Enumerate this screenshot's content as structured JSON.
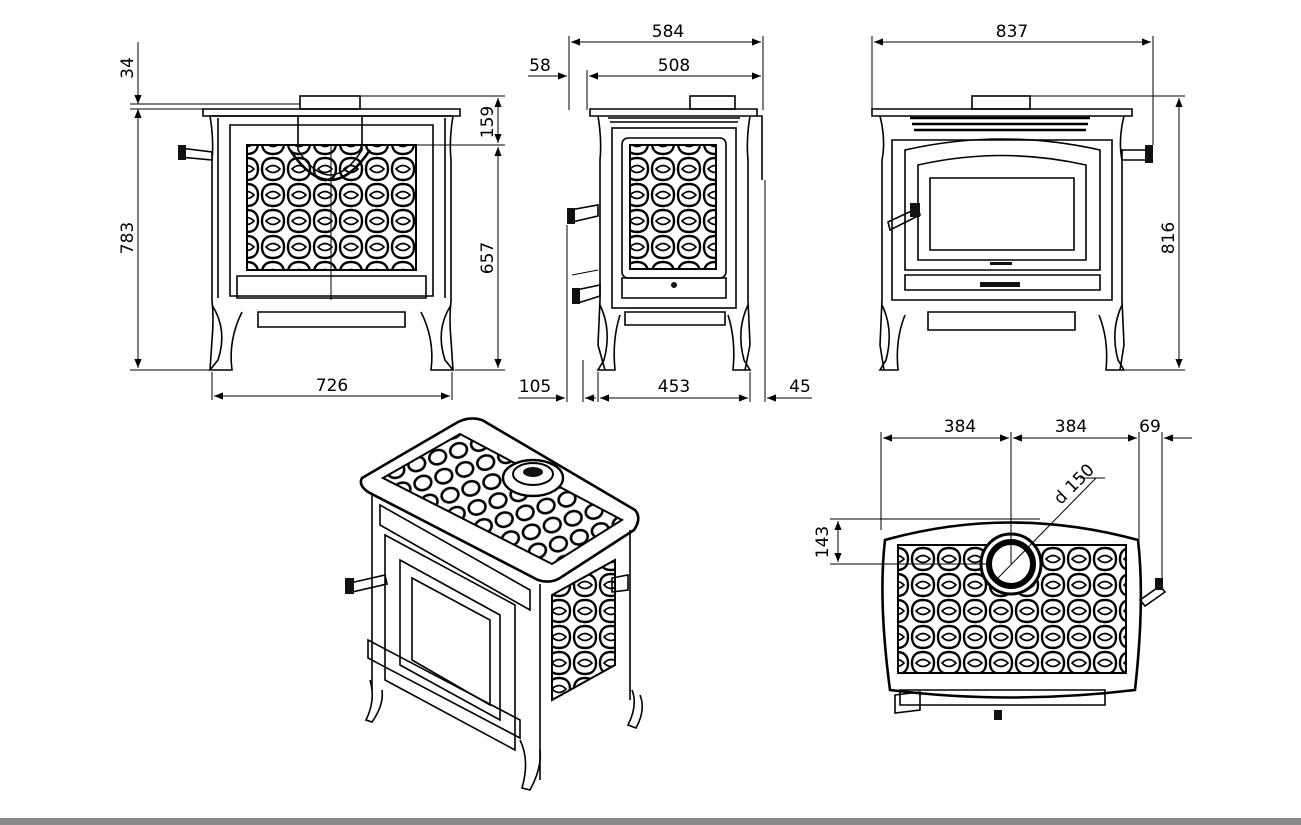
{
  "dimensions": {
    "front": {
      "top_offset": "34",
      "height_total": "783",
      "flue_height": "159",
      "collar_height": "657",
      "width": "726"
    },
    "side": {
      "depth_total": "584",
      "offset_back": "58",
      "depth_top": "508",
      "leg_back": "105",
      "leg_span": "453",
      "leg_front": "45"
    },
    "rear": {
      "width_total": "837",
      "height_total": "816"
    },
    "top": {
      "half_left": "384",
      "half_right": "384",
      "handle_offset": "69",
      "flue_diameter": "d 150",
      "flue_offset": "143"
    }
  },
  "colors": {
    "line": "#000000",
    "background": "#ffffff",
    "bottom_rule": "#8a8a8a"
  }
}
